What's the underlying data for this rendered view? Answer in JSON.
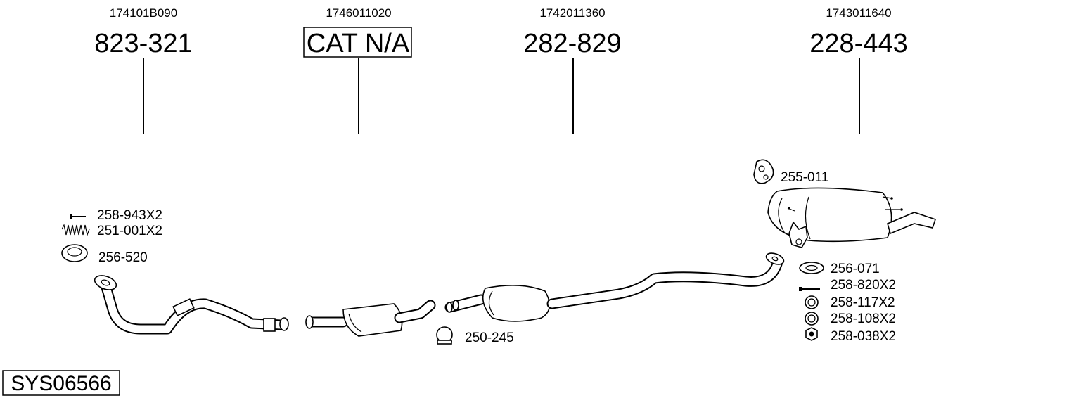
{
  "columns": [
    {
      "oem": "174101B090",
      "part": "823-321"
    },
    {
      "oem": "1746011020",
      "part": "CAT N/A"
    },
    {
      "oem": "1742011360",
      "part": "282-829"
    },
    {
      "oem": "1743011640",
      "part": "228-443"
    }
  ],
  "accessories": {
    "bolt": "258-943X2",
    "spring": "251-001X2",
    "gasket_front": "256-520",
    "clamp": "250-245",
    "hanger": "255-011",
    "gasket_rear": "256-071",
    "rear_bolt": "258-820X2",
    "ring_1": "258-117X2",
    "ring_2": "258-108X2",
    "nut": "258-038X2"
  },
  "system_id": "SYS06566"
}
